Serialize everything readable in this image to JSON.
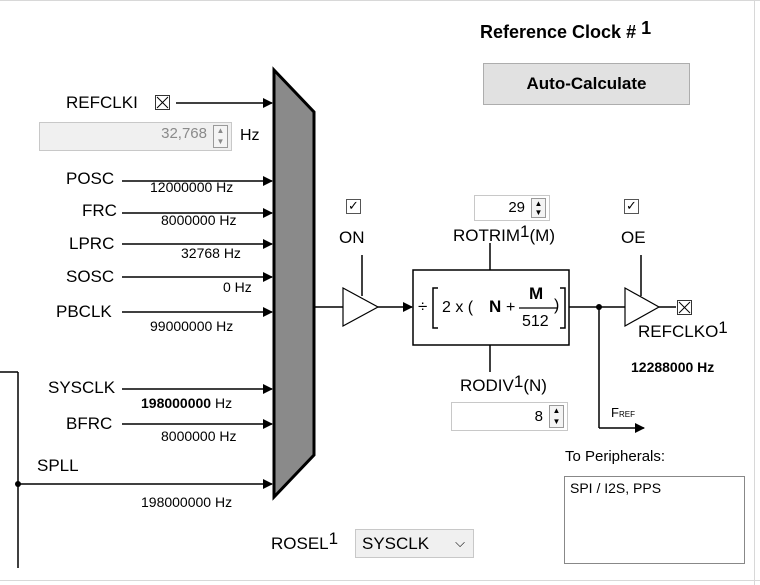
{
  "title": "Reference Clock # ",
  "title_sup": "1",
  "auto_calculate": "Auto-Calculate",
  "refclki": {
    "label": "REFCLKI",
    "value": "32,768",
    "unit": "Hz"
  },
  "inputs": [
    {
      "name": "POSC",
      "freq": "12000000 Hz"
    },
    {
      "name": "FRC",
      "freq": "8000000 Hz"
    },
    {
      "name": "LPRC",
      "freq": "32768 Hz"
    },
    {
      "name": "SOSC",
      "freq": "0 Hz"
    },
    {
      "name": "PBCLK",
      "freq": "99000000 Hz"
    },
    {
      "name": "SYSCLK",
      "freq_bold": "198000000",
      "freq_unit": " Hz"
    },
    {
      "name": "BFRC",
      "freq": "8000000 Hz"
    },
    {
      "name": "SPLL",
      "freq": "198000000 Hz"
    }
  ],
  "on_label": "ON",
  "rotrim": {
    "label": "ROTRIM",
    "sup": "1",
    "suffix": "(M)",
    "value": "29"
  },
  "rodiv": {
    "label": "RODIV",
    "sup": "1",
    "suffix": "(N)",
    "value": "8"
  },
  "formula": {
    "div": "÷",
    "two": "2 x (",
    "n": "N",
    "plus": "+",
    "m": "M",
    "den": "512",
    "close": ")"
  },
  "oe_label": "OE",
  "refclko": {
    "label": "REFCLKO",
    "sup": "1",
    "freq": "12288000 Hz"
  },
  "fref": {
    "main": "F",
    "sub": "REF"
  },
  "to_peripherals": {
    "label": "To Peripherals:",
    "text": "SPI / I2S, PPS"
  },
  "rosel": {
    "label": "ROSEL",
    "sup": "1",
    "value": "SYSCLK",
    "caret": "⌵"
  }
}
